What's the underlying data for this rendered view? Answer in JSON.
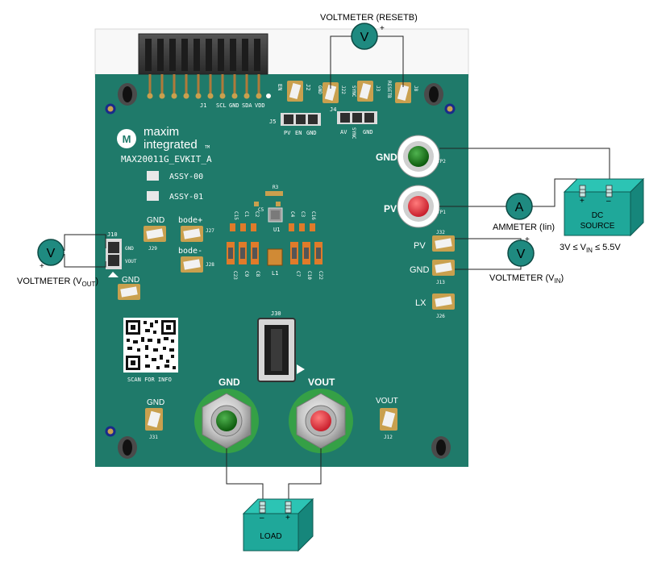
{
  "board": {
    "name": "MAX20011G_EVKIT_A",
    "brand_line1": "maxim",
    "brand_line2": "integrated",
    "brand_tm": "TM",
    "assy": [
      "ASSY-00",
      "ASSY-01"
    ],
    "qr_caption": "SCAN FOR INFO"
  },
  "connectors": {
    "j1": {
      "ref": "J1",
      "pins": [
        "SCL",
        "GND",
        "SDA",
        "VDD"
      ]
    },
    "j5": {
      "ref": "J5",
      "pins": [
        "PV",
        "EN",
        "GND"
      ]
    },
    "j4": {
      "ref": "J4",
      "pins": [
        "AV",
        "SYNC",
        "GND"
      ]
    },
    "j10": {
      "ref": "J10",
      "pins": [
        "GND",
        "VOUT"
      ]
    },
    "j30": {
      "ref": "J30"
    }
  },
  "testpoints": {
    "en_j2": {
      "label": "EN",
      "ref": "J2"
    },
    "j22": {
      "label": "GND",
      "ref": "J22"
    },
    "j3": {
      "label": "SYNC",
      "ref": "J3"
    },
    "j8": {
      "label": "RESETB",
      "ref": "J8"
    },
    "tp2": {
      "label": "GND",
      "ref": "TP2"
    },
    "tp1": {
      "label": "PV",
      "ref": "TP1"
    },
    "j32": {
      "label": "PV",
      "ref": "J32"
    },
    "j13": {
      "label": "GND",
      "ref": "J13"
    },
    "j26": {
      "label": "LX",
      "ref": "J26"
    },
    "j29": {
      "label": "GND",
      "ref": "J29"
    },
    "j27": {
      "label": "bode+",
      "ref": "J27"
    },
    "j28": {
      "label": "bode-",
      "ref": "J28"
    },
    "gnd_left": {
      "label": "GND"
    },
    "j31": {
      "label": "GND",
      "ref": "J31"
    },
    "j12": {
      "label": "VOUT",
      "ref": "J12"
    },
    "post_gnd": {
      "label": "GND"
    },
    "post_vout": {
      "label": "VOUT"
    }
  },
  "components": {
    "top_row": [
      "C15",
      "C1",
      "C2",
      "C4",
      "C3",
      "C16"
    ],
    "bottom_left": [
      "C23",
      "C9",
      "C8"
    ],
    "bottom_right": [
      "C7",
      "C10",
      "C22"
    ],
    "ic": "U1",
    "inductor": "L1",
    "r3": "R3",
    "c5": "C5"
  },
  "instruments": {
    "voltmeter_resetb": {
      "symbol": "V",
      "label": "VOLTMETER (RESETB)",
      "plus": "+"
    },
    "voltmeter_vout": {
      "symbol": "V",
      "label_main": "VOLTMETER (V",
      "label_sub": "OUT",
      "label_end": ")",
      "plus": "+"
    },
    "voltmeter_vin": {
      "symbol": "V",
      "label_main": "VOLTMETER (V",
      "label_sub": "IN",
      "label_end": ")",
      "plus": "+"
    },
    "ammeter": {
      "symbol": "A",
      "label": "AMMETER (Iin)"
    },
    "dc_source": {
      "line1": "DC",
      "line2": "SOURCE",
      "plus": "+",
      "minus": "–",
      "range_a": "3V ≤ V",
      "range_sub": "IN",
      "range_b": " ≤ 5.5V"
    },
    "load": {
      "label": "LOAD",
      "plus": "+",
      "minus": "–"
    }
  },
  "colors": {
    "pcb": "#1f7a6a",
    "meter": "#1f8a80",
    "box_front": "#1fa89a",
    "box_top": "#2cc4b4",
    "box_side": "#16867b",
    "pad": "#c9a04e",
    "header": "#3a3a3a"
  }
}
